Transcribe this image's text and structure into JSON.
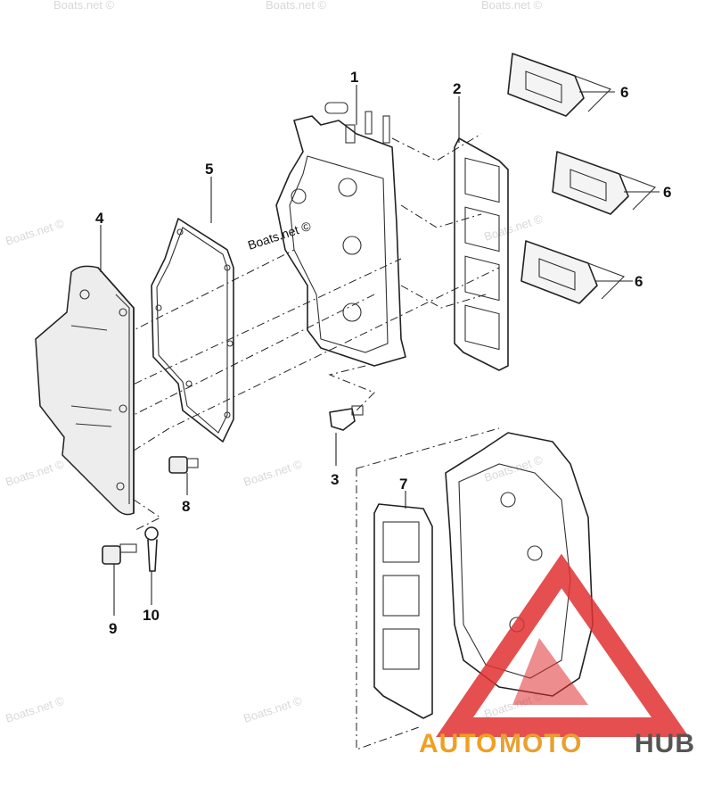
{
  "watermarks": {
    "site": "Boats.net ©",
    "site_center": "Boats.net ©"
  },
  "callouts": [
    "1",
    "2",
    "3",
    "4",
    "5",
    "6",
    "6",
    "6",
    "7",
    "8",
    "9",
    "10"
  ],
  "logo": {
    "word_1": "AUTO",
    "word_2": "MOTO",
    "word_3": "HUB",
    "color_primary": "#f0a020",
    "color_secondary": "#e8a030",
    "color_dark": "#555555",
    "triangle_color": "#e03030"
  }
}
